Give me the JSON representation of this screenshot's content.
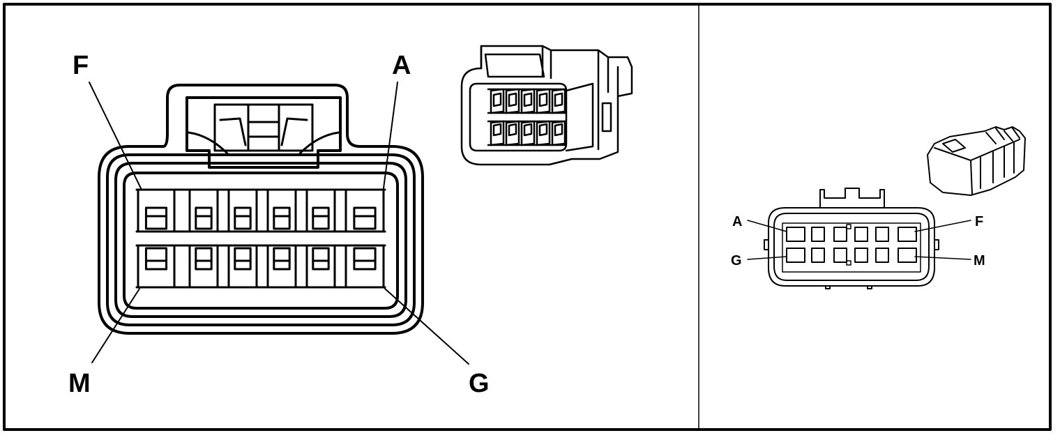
{
  "left_panel": {
    "labels": {
      "top_left": "F",
      "top_right": "A",
      "bottom_left": "M",
      "bottom_right": "G"
    }
  },
  "right_panel": {
    "labels": {
      "top_left": "A",
      "top_right": "F",
      "bottom_left": "G",
      "bottom_right": "M"
    }
  },
  "style": {
    "stroke": "#000000",
    "background": "#ffffff"
  }
}
